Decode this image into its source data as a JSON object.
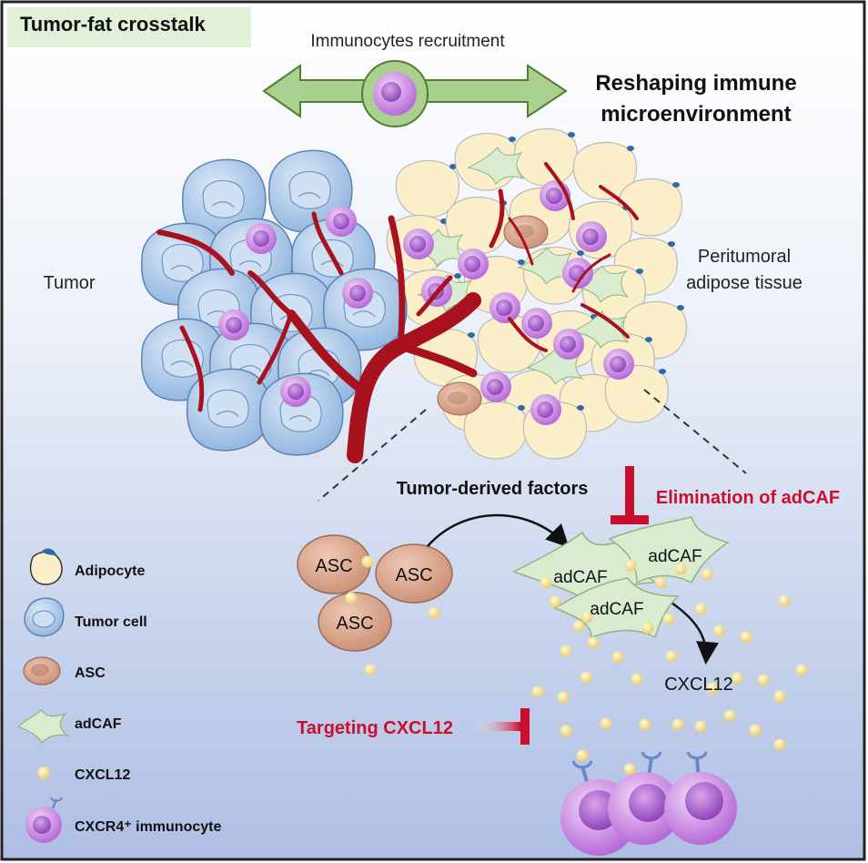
{
  "title": "Tumor-fat crosstalk",
  "labels": {
    "immunocytes_recruitment": "Immunocytes recruitment",
    "reshaping_line1": "Reshaping immune",
    "reshaping_line2": "microenvironment",
    "tumor": "Tumor",
    "peritumoral_line1": "Peritumoral",
    "peritumoral_line2": "adipose tissue",
    "tumor_derived_factors": "Tumor-derived factors",
    "elimination": "Elimination of adCAF",
    "targeting": "Targeting CXCL12",
    "cxcl12": "CXCL12",
    "asc": "ASC",
    "adcaf": "adCAF"
  },
  "legend": [
    {
      "icon": "adipocyte-icon",
      "label": "Adipocyte"
    },
    {
      "icon": "tumor-cell-icon",
      "label": "Tumor cell"
    },
    {
      "icon": "asc-icon",
      "label": "ASC"
    },
    {
      "icon": "adcaf-icon",
      "label": "adCAF"
    },
    {
      "icon": "cxcl12-icon",
      "label": "CXCL12"
    },
    {
      "icon": "cxcr4-immunocyte-icon",
      "label": "CXCR4⁺ immunocyte"
    }
  ],
  "colors": {
    "title_bg": "#e2f0d9",
    "arrow_green": "#a9d08e",
    "inhibit_red": "#c8102e",
    "tumor_blue": "#a9c8e8",
    "adipocyte_yellow": "#fbefc9",
    "immunocyte_purple": "#b070d0",
    "asc_brown": "#d8a58a",
    "adcaf_green": "#d9ecd0",
    "vessel_red": "#a8121f"
  }
}
